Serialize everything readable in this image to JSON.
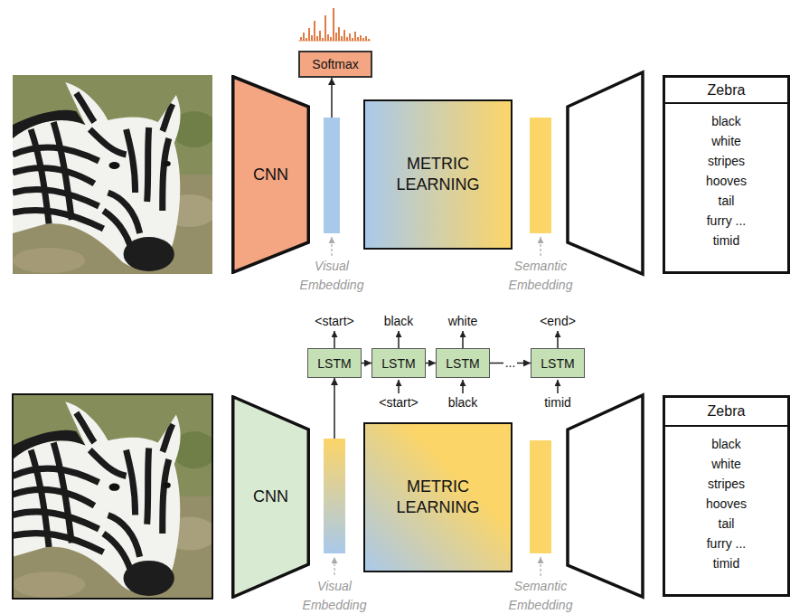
{
  "diagram": {
    "nodes": [
      {
        "text": [
          "Softmax"
        ]
      },
      {
        "text": [
          "CNN"
        ]
      },
      {
        "text": [
          "Visual Embedding"
        ]
      },
      {
        "text": [
          "METRIC LEARNING"
        ]
      },
      {
        "text": [
          "Semantic Embedding"
        ]
      },
      {
        "text": [
          "Zebra",
          "black white stripes hooves tail furry ... timid"
        ]
      },
      {
        "text": [
          "LSTM"
        ]
      },
      {
        "text": [
          "LSTM"
        ]
      },
      {
        "text": [
          "LSTM"
        ]
      },
      {
        "text": [
          "LSTM"
        ]
      },
      {
        "text": [
          "CNN"
        ]
      },
      {
        "text": [
          "Visual Embedding"
        ]
      },
      {
        "text": [
          "METRIC LEARNING"
        ]
      },
      {
        "text": [
          "Semantic Embedding"
        ]
      },
      {
        "text": [
          "Zebra",
          "black white stripes hooves tail furry ... timid"
        ]
      }
    ],
    "edges": [
      {
        "from": 2,
        "to": 0,
        "arrow": "to"
      },
      {
        "from": 11,
        "to": 6,
        "arrow": "to"
      },
      {
        "from": 6,
        "to": 7,
        "arrow": "to"
      },
      {
        "from": 7,
        "to": 8,
        "arrow": "to"
      },
      {
        "from": 8,
        "to": 9,
        "arrow": "to",
        "label": "..."
      }
    ],
    "labels": [
      "<start>",
      "black",
      "white",
      "<end>",
      "<start>",
      "black",
      "timid"
    ]
  }
}
